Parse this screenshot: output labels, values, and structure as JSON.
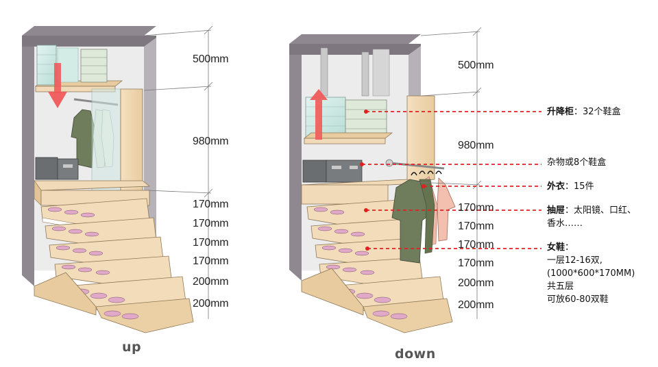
{
  "views": {
    "up": {
      "caption": "up"
    },
    "down": {
      "caption": "down"
    }
  },
  "dimensions": {
    "up": [
      "500mm",
      "980mm",
      "170mm",
      "170mm",
      "170mm",
      "170mm",
      "200mm",
      "200mm"
    ],
    "down": [
      "500mm",
      "980mm",
      "170mm",
      "170mm",
      "170mm",
      "170mm",
      "200mm",
      "200mm"
    ]
  },
  "annotations": {
    "lift_cabinet": {
      "title": "升降柜",
      "sep": "：",
      "text": "32个鞋盒"
    },
    "misc": {
      "text": "杂物或8个鞋盒"
    },
    "coats": {
      "title": "外衣",
      "sep": "：",
      "text": "15件"
    },
    "drawer": {
      "title": "抽屉",
      "sep": "：",
      "line1": "太阳镜、口红、",
      "line2": "香水……"
    },
    "shoes": {
      "title": "女鞋",
      "sep": "：",
      "line1": "一层12-16双,",
      "line2": "(1000*600*170MM)",
      "line3": "共五层",
      "line4": "可放60-80双鞋"
    }
  },
  "colors": {
    "wall": "#8f8890",
    "wood": "#efd7b4",
    "wood_dark": "#d9b98e",
    "glass": "#cfe8e4",
    "box": "#6b6e70",
    "shirt": "#6f7d5c",
    "shirt_pink": "#f3c0b0",
    "arrow": "#f05a5a",
    "leader": "#e02020"
  }
}
